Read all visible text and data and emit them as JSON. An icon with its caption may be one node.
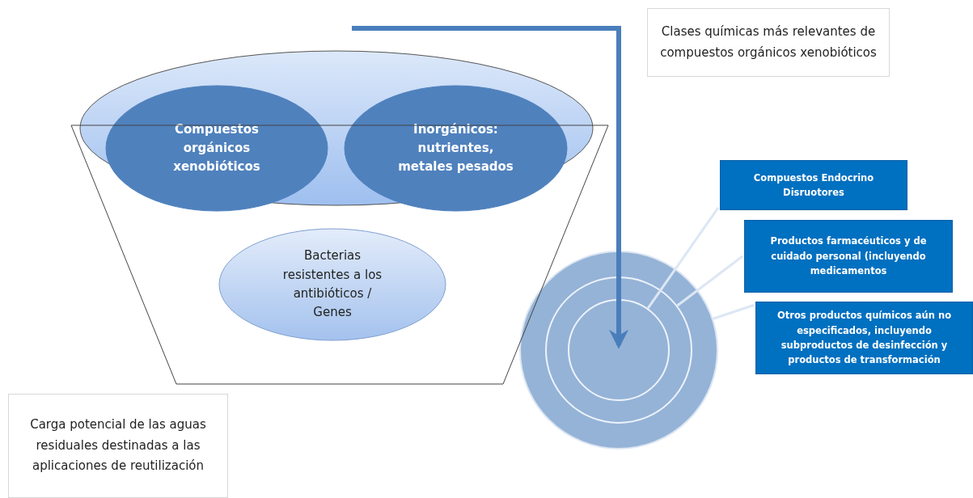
{
  "diagram": {
    "nodes": [
      {
        "text": [],
        "shape": "trapezoid"
      },
      {
        "text": [],
        "shape": "ellipse"
      },
      {
        "text": [
          "Compuestos orgánicos xenobióticos"
        ],
        "in": 1
      },
      {
        "text": [
          "Inorgánicos: nutrientes, metales pesados"
        ],
        "in": 1
      },
      {
        "text": [
          "Bacterias resistentes a los antibióticos / Genes"
        ],
        "in": 0
      },
      {
        "text": [
          "Carga potencial de las aguas residuales destinadas a las aplicaciones de reutilización"
        ]
      },
      {
        "text": [
          "Clases químicas más relevantes de compuestos orgánicos xenobióticos"
        ]
      },
      {
        "text": [],
        "shape": "circle"
      },
      {
        "text": [],
        "shape": "circle",
        "in": 7
      },
      {
        "text": [],
        "shape": "circle",
        "in": 8
      },
      {
        "text": [
          "Compuestos Endocrino Disruotores"
        ]
      },
      {
        "text": [
          "Productos farmacéuticos y de cuidado personal (incluyendo medicamentos"
        ]
      },
      {
        "text": [
          "Otros productos químicos aún no especificados, incluyendo subproductos de desinfección y productos de transformación"
        ]
      }
    ],
    "edges": [
      {
        "from": null,
        "to": 9,
        "arrow": "to",
        "style": "thick",
        "color": "#4a7ebb"
      },
      {
        "from": 10,
        "to": 9,
        "arrow": "none"
      },
      {
        "from": 11,
        "to": 8,
        "arrow": "none"
      },
      {
        "from": 12,
        "to": 7,
        "arrow": "none"
      }
    ]
  }
}
